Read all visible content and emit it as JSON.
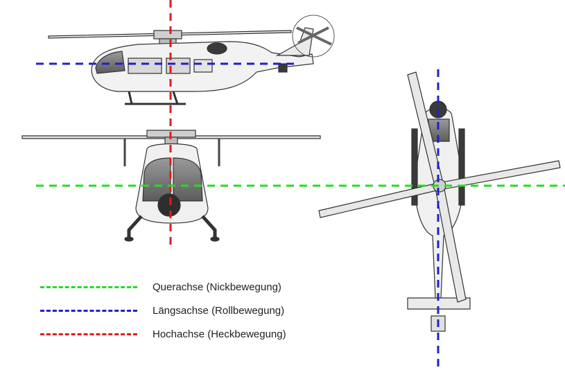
{
  "colors": {
    "querachse": "#22dd22",
    "laengsachse": "#1f1fcc",
    "hochachse": "#e01b1b",
    "outline": "#333333",
    "fill": "#f2f2f2",
    "dark": "#3a3a3a"
  },
  "legend": {
    "items": [
      {
        "label": "Querachse (Nickbewegung)",
        "color": "#22dd22"
      },
      {
        "label": "Längsachse (Rollbewegung)",
        "color": "#1f1fcc"
      },
      {
        "label": "Hochachse (Heckbewegung)",
        "color": "#e01b1b"
      }
    ]
  }
}
